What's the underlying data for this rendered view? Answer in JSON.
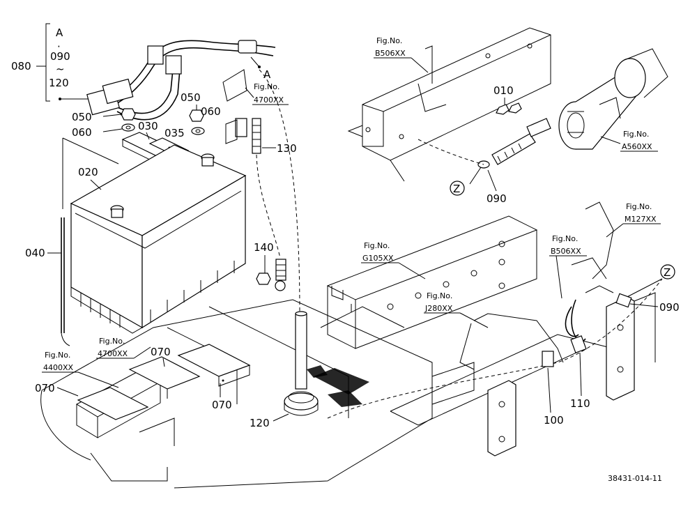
{
  "labels": {
    "p080": "080",
    "pA_top": "A",
    "p090_group": "090",
    "p120_group": "120",
    "tilde": "~",
    "dot": "·",
    "p050_a": "050",
    "p060_a": "060",
    "p030": "030",
    "p035": "035",
    "p050_b": "050",
    "p060_b": "060",
    "pA_arrow": "A",
    "p130": "130",
    "p020": "020",
    "p040": "040",
    "p140": "140",
    "p070_a": "070",
    "p070_b": "070",
    "p070_c": "070",
    "p120": "120",
    "p010": "010",
    "p090_a": "090",
    "pZ_a": "Z",
    "pZ_b": "Z",
    "p090_b": "090",
    "p100": "100",
    "p110": "110"
  },
  "fig_refs": {
    "fig_no": "Fig.No.",
    "f4700_a": "4700XX",
    "f4700_b": "4700XX",
    "f4400": "4400XX",
    "fB506_a": "B506XX",
    "fB506_b": "B506XX",
    "fA560": "A560XX",
    "fG105": "G105XX",
    "fJ280": "J280XX",
    "fM127": "M127XX"
  },
  "drawing_number": "38431-014-11"
}
